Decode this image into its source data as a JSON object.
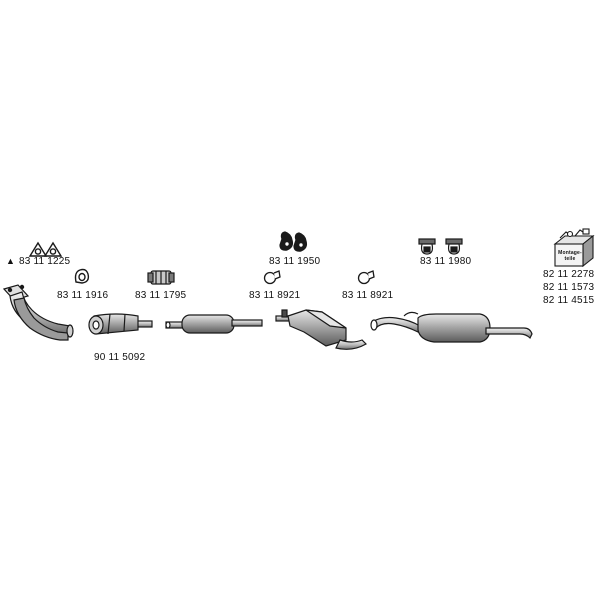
{
  "parts": {
    "gasket_triangle": "83 11 1225",
    "gasket_ring": "83 11 1916",
    "clamp_front": "83 11 1795",
    "catalyst": "90 11 5092",
    "rubber_mounts": "83 11 1950",
    "clamp_center": "83 11 8921",
    "clamp_rear": "83 11 8921",
    "hangers": "83 11 1980",
    "kit_1": "82 11 2278",
    "kit_2": "82 11 1573",
    "kit_3": "82 11 4515"
  },
  "symbols": {
    "warning": "▲"
  },
  "kit_box_label": "Montage-teile",
  "colors": {
    "line": "#1a1a1a",
    "fill_light": "#d9d9d9",
    "fill_dark": "#8c8c8c",
    "fill_mid": "#b3b3b3"
  }
}
